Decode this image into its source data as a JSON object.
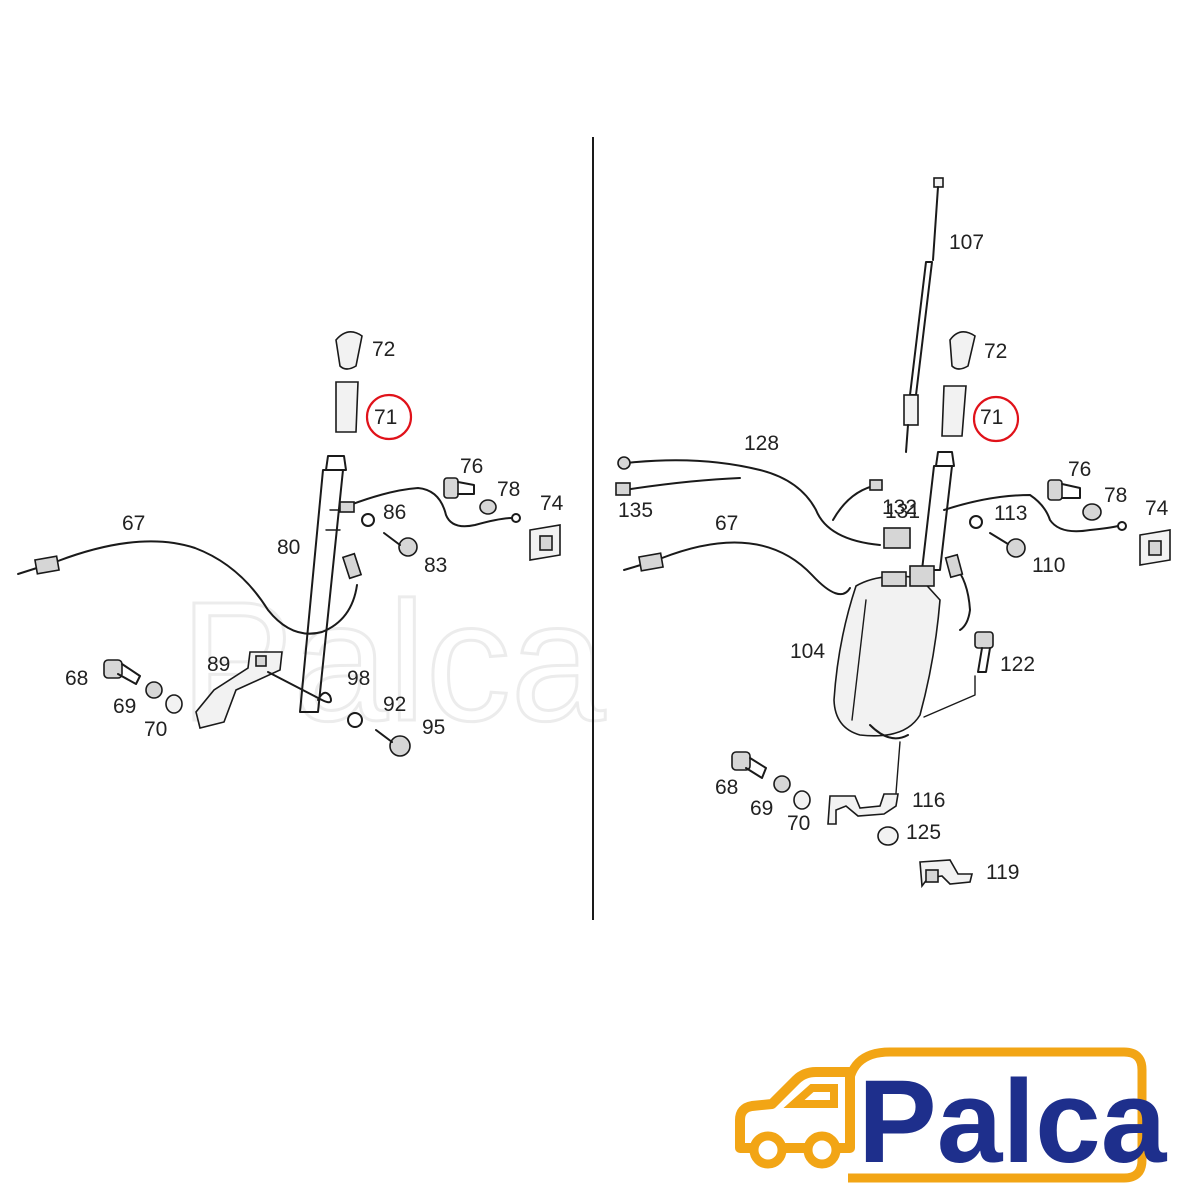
{
  "watermark": "Palca",
  "logo": {
    "text": "Palca",
    "frame_color": "#f2a515",
    "text_color": "#1e2f8c",
    "car_color": "#f2a515"
  },
  "highlight_color": "#e0121a",
  "left_panel": {
    "labels": {
      "p72": "72",
      "p71": "71",
      "p76": "76",
      "p78": "78",
      "p74": "74",
      "p86": "86",
      "p83": "83",
      "p67": "67",
      "p80": "80",
      "p89": "89",
      "p98": "98",
      "p68": "68",
      "p69": "69",
      "p70": "70",
      "p92": "92",
      "p95": "95"
    }
  },
  "right_panel": {
    "labels": {
      "p107": "107",
      "p72": "72",
      "p71": "71",
      "p128": "128",
      "p131": "131",
      "p132": "132",
      "p135": "135",
      "p67": "67",
      "p76": "76",
      "p78": "78",
      "p74": "74",
      "p113": "113",
      "p110": "110",
      "p104": "104",
      "p122": "122",
      "p68": "68",
      "p69": "69",
      "p70": "70",
      "p116": "116",
      "p125": "125",
      "p119": "119"
    }
  }
}
